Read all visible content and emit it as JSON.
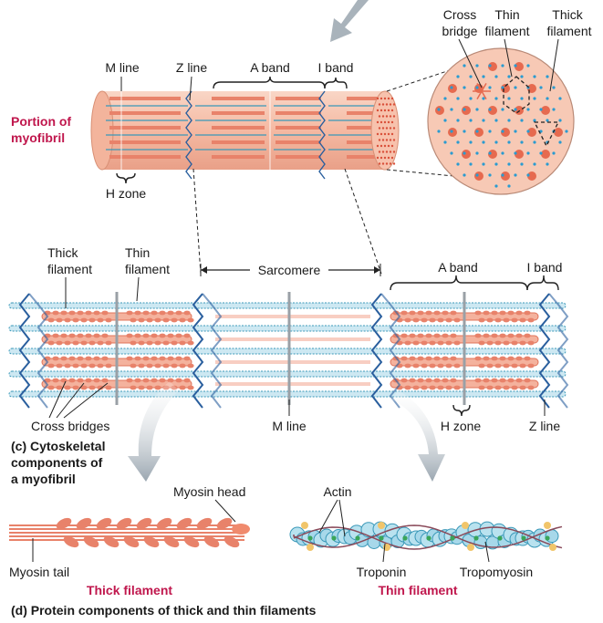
{
  "top": {
    "m_line": "M line",
    "z_line": "Z line",
    "a_band": "A band",
    "i_band": "I band",
    "h_zone": "H zone",
    "portion_line1": "Portion of",
    "portion_line2": "myofibril",
    "cross_bridge_line1": "Cross",
    "cross_bridge_line2": "bridge",
    "thin_filament_line1": "Thin",
    "thin_filament_line2": "filament",
    "thick_filament_line1": "Thick",
    "thick_filament_line2": "filament"
  },
  "section_c": {
    "thick_filament_line1": "Thick",
    "thick_filament_line2": "filament",
    "thin_filament_line1": "Thin",
    "thin_filament_line2": "filament",
    "sarcomere": "Sarcomere",
    "a_band": "A band",
    "i_band": "I band",
    "cross_bridges": "Cross bridges",
    "m_line": "M line",
    "h_zone": "H zone",
    "z_line": "Z line",
    "caption_line1": "(c)  Cytoskeletal",
    "caption_line2": "components of",
    "caption_line3": "a myofibril"
  },
  "section_d": {
    "myosin_head": "Myosin head",
    "myosin_tail": "Myosin tail",
    "thick_filament_title": "Thick filament",
    "actin": "Actin",
    "troponin": "Troponin",
    "tropomyosin": "Tropomyosin",
    "thin_filament_title": "Thin filament",
    "caption": "(d)  Protein components of thick and thin filaments"
  },
  "colors": {
    "accent_red": "#c0174d",
    "myosin": "#e8826a",
    "actin_blue": "#3a98b8",
    "z_line_blue": "#2a5f9e",
    "background_pink": "#f7c9b5",
    "arrow_gray": "#a9b3bb"
  }
}
